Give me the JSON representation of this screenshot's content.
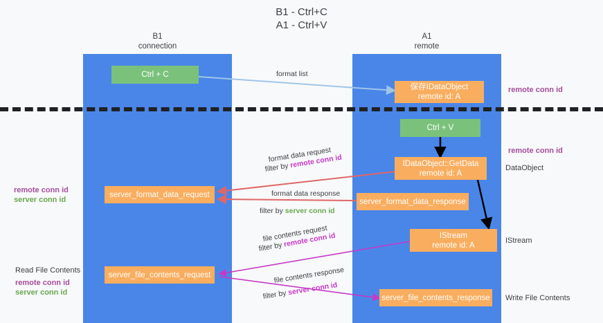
{
  "title": "B1 - Ctrl+C\nA1 - Ctrl+V",
  "lanes": [
    {
      "id": "b1",
      "heading": "B1\nconnection",
      "color": "#4a86e8"
    },
    {
      "id": "a1",
      "heading": "A1\nremote",
      "color": "#4a86e8"
    }
  ],
  "colors": {
    "lane": "#4a86e8",
    "green_box": "#6aa84f",
    "green_box_light": "#7ac27c",
    "orange_box": "#f9ad5e",
    "remote_conn_id": "#a64d9a",
    "server_conn_id": "#6aa84f",
    "filter_highlight": "#c738c7",
    "arrow_blue": "#9fc5e8",
    "arrow_red": "#e06666",
    "arrow_magenta": "#c738c7",
    "arrow_black": "#000000",
    "divider": "#202124",
    "page_bg": "#f8f9fa",
    "text": "#3c4043"
  },
  "boxes": {
    "ctrl_c": "Ctrl + C",
    "ctrl_v": "Ctrl + V",
    "save_idataobject": "保存IDataObject\nremote id: A",
    "idataobject_getdata": "IDataObject::GetData\nremote id: A",
    "server_format_data_request": "server_format_data_request",
    "server_format_data_response": "server_format_data_response",
    "istream": "IStream\nremote id: A",
    "server_file_contents_request": "server_file_contents_request",
    "server_file_contents_response": "server_file_contents_response"
  },
  "edge_labels": {
    "format_list": "format list",
    "format_data_request": "format data request",
    "format_data_request_filter_prefix": "filter by ",
    "format_data_request_filter_key": "remote conn id",
    "format_data_response": "format data response",
    "format_data_response_filter_prefix": "filter by ",
    "format_data_response_filter_key": "server conn id",
    "file_contents_request": "file contents request",
    "file_contents_request_filter_prefix": "filter by ",
    "file_contents_request_filter_key": "remote conn id",
    "file_contents_response": "file contents response",
    "file_contents_response_filter_prefix": "filter by ",
    "file_contents_response_filter_key": "server conn id"
  },
  "annotations": {
    "right_remote_conn_id_top": "remote conn id",
    "right_remote_conn_id_mid": "remote conn id",
    "right_dataobject": "DataObject",
    "right_istream": "IStream",
    "right_write_file_contents": "Write File Contents",
    "left_remote_conn_id": "remote conn id",
    "left_server_conn_id": "server conn id",
    "left_read_file_contents": "Read File Contents",
    "left_remote_conn_id_2": "remote conn id",
    "left_server_conn_id_2": "server conn id"
  }
}
